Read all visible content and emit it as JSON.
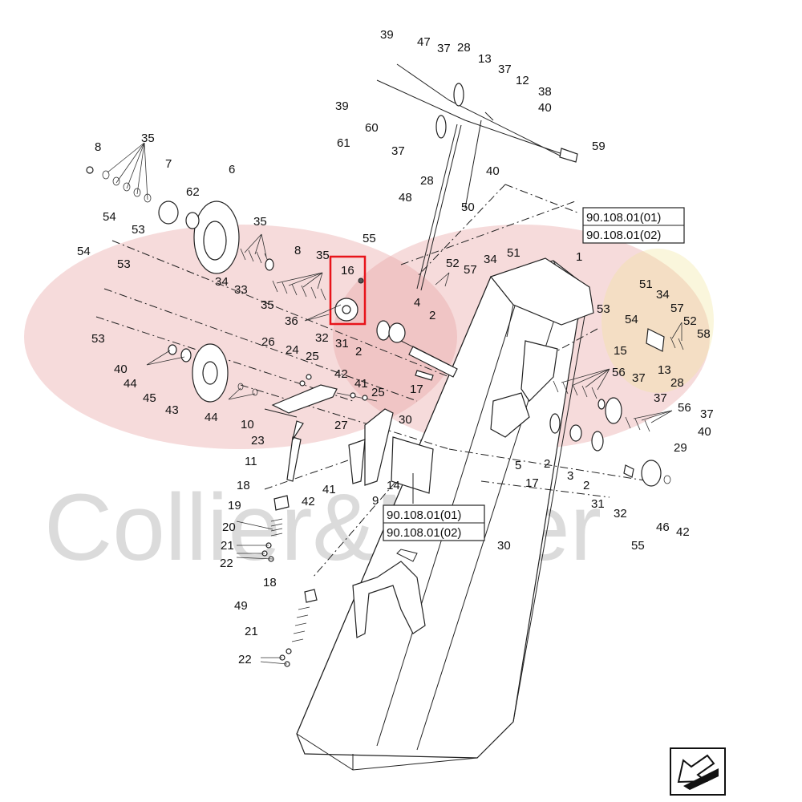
{
  "watermark": {
    "text": "Collier&Miller",
    "color": "#e8a0a0"
  },
  "reference_boxes": {
    "top": [
      "90.108.01(01)",
      "90.108.01(02)"
    ],
    "bottom": [
      "90.108.01(01)",
      "90.108.01(02)"
    ]
  },
  "highlight": {
    "label": "16",
    "color": "#e8141b"
  },
  "callouts": {
    "c39a": "39",
    "c47": "47",
    "c37a": "37",
    "c28a": "28",
    "c13a": "13",
    "c37b": "37",
    "c12": "12",
    "c38": "38",
    "c40a": "40",
    "c39b": "39",
    "c60": "60",
    "c61": "61",
    "c37c": "37",
    "c28b": "28",
    "c59": "59",
    "c40b": "40",
    "c48": "48",
    "c50": "50",
    "c8a": "8",
    "c35a": "35",
    "c7": "7",
    "c6": "6",
    "c62": "62",
    "c54a": "54",
    "c53a": "53",
    "c35b": "35",
    "c8b": "8",
    "c55a": "55",
    "c35c": "35",
    "c54b": "54",
    "c53b": "53",
    "c34a": "34",
    "c33": "33",
    "c35d": "35",
    "c52a": "52",
    "c57a": "57",
    "c34b": "34",
    "c51a": "51",
    "c1": "1",
    "c4": "4",
    "c2a": "2",
    "c36": "36",
    "c32a": "32",
    "c31a": "31",
    "c2b": "2",
    "c53c": "53",
    "c53d": "53",
    "c54c": "54",
    "c51b": "51",
    "c34c": "34",
    "c57b": "57",
    "c52b": "52",
    "c58": "58",
    "c15": "15",
    "c26": "26",
    "c24": "24",
    "c25a": "25",
    "c40c": "40",
    "c44a": "44",
    "c45": "45",
    "c43": "43",
    "c44b": "44",
    "c42a": "42",
    "c41a": "41",
    "c25b": "25",
    "c17a": "17",
    "c56a": "56",
    "c37d": "37",
    "c13b": "13",
    "c28c": "28",
    "c37e": "37",
    "c56b": "56",
    "c37f": "37",
    "c40d": "40",
    "c10": "10",
    "c27": "27",
    "c30a": "30",
    "c23": "23",
    "c11": "11",
    "c18a": "18",
    "c19": "19",
    "c20": "20",
    "c21a": "21",
    "c22a": "22",
    "c42b": "42",
    "c41b": "41",
    "c9": "9",
    "c14": "14",
    "c5": "5",
    "c2c": "2",
    "c3": "3",
    "c2d": "2",
    "c17b": "17",
    "c29": "29",
    "c31b": "31",
    "c32b": "32",
    "c55b": "55",
    "c46": "46",
    "c42c": "42",
    "c30b": "30",
    "c18b": "18",
    "c49": "49",
    "c21b": "21",
    "c22b": "22"
  },
  "icons": {
    "nav_arrow": "arrow-icon"
  }
}
